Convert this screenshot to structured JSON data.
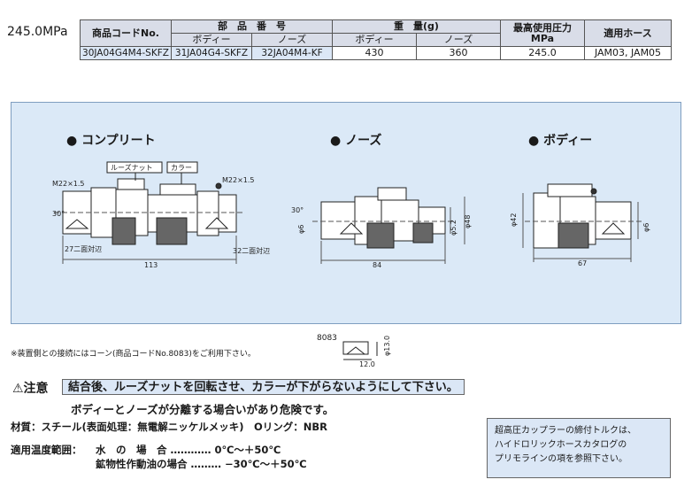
{
  "pressure_label": "245.0MPa",
  "table": {
    "h_code": "商品コードNo.",
    "h_part": "部　品　番　号",
    "h_weight": "重　量(g)",
    "h_pressure_1": "最高使用圧力",
    "h_pressure_2": "MPa",
    "h_hose": "適用ホース",
    "sub_body": "ボディー",
    "sub_nose": "ノーズ",
    "sub_w_body": "ボディー",
    "sub_w_nose": "ノーズ",
    "row": {
      "code": "30JA04G4M4-SKFZ",
      "body_part": "31JA04G4-SKFZ",
      "nose_part": "32JA04M4-KF",
      "weight_body": "430",
      "weight_nose": "360",
      "pressure": "245.0",
      "hose": "JAM03, JAM05"
    }
  },
  "diagram": {
    "complete_title": "● コンプリート",
    "nose_title": "● ノーズ",
    "body_title": "● ボディー",
    "loose_nut": "ルーズナット",
    "collar": "カラー",
    "m22_left": "M22×1.5",
    "m22_right": "M22×1.5",
    "angle_complete": "30°",
    "angle_nose": "30°",
    "hex27": "27二面対辺",
    "hex32": "32二面対辺",
    "len_complete": "113",
    "len_nose": "84",
    "len_body": "67",
    "nose_d6": "φ6",
    "nose_d52": "φ5.2",
    "nose_d48": "φ48",
    "body_d42": "φ42",
    "body_d6": "φ6"
  },
  "cone": {
    "code": "8083",
    "d13": "φ13.0",
    "len12": "12.0"
  },
  "notes": {
    "cone_note": "※装置側との接続にはコーン(商品コードNo.8083)をご利用下さい。",
    "caution_mark": "⚠注意",
    "caution_1": "結合後、ルーズナットを回転させ、カラーが下がらないようにして下さい。",
    "caution_2": "ボディーとノーズが分離する場合いがあり危険です。",
    "material": "材質：スチール(表面処理：無電解ニッケルメッキ)　Oリング：NBR",
    "temp_label": "適用温度範囲：",
    "temp_row1": "水　の　場　合 ………… 0℃～＋50℃",
    "temp_row2": "鉱物性作動油の場合 ……… −30℃～＋50℃",
    "torque_1": "超高圧カップラーの締付トルクは、",
    "torque_2": "ハイドロリックホースカタログの",
    "torque_3": "プリモラインの項を参照下さい。"
  }
}
